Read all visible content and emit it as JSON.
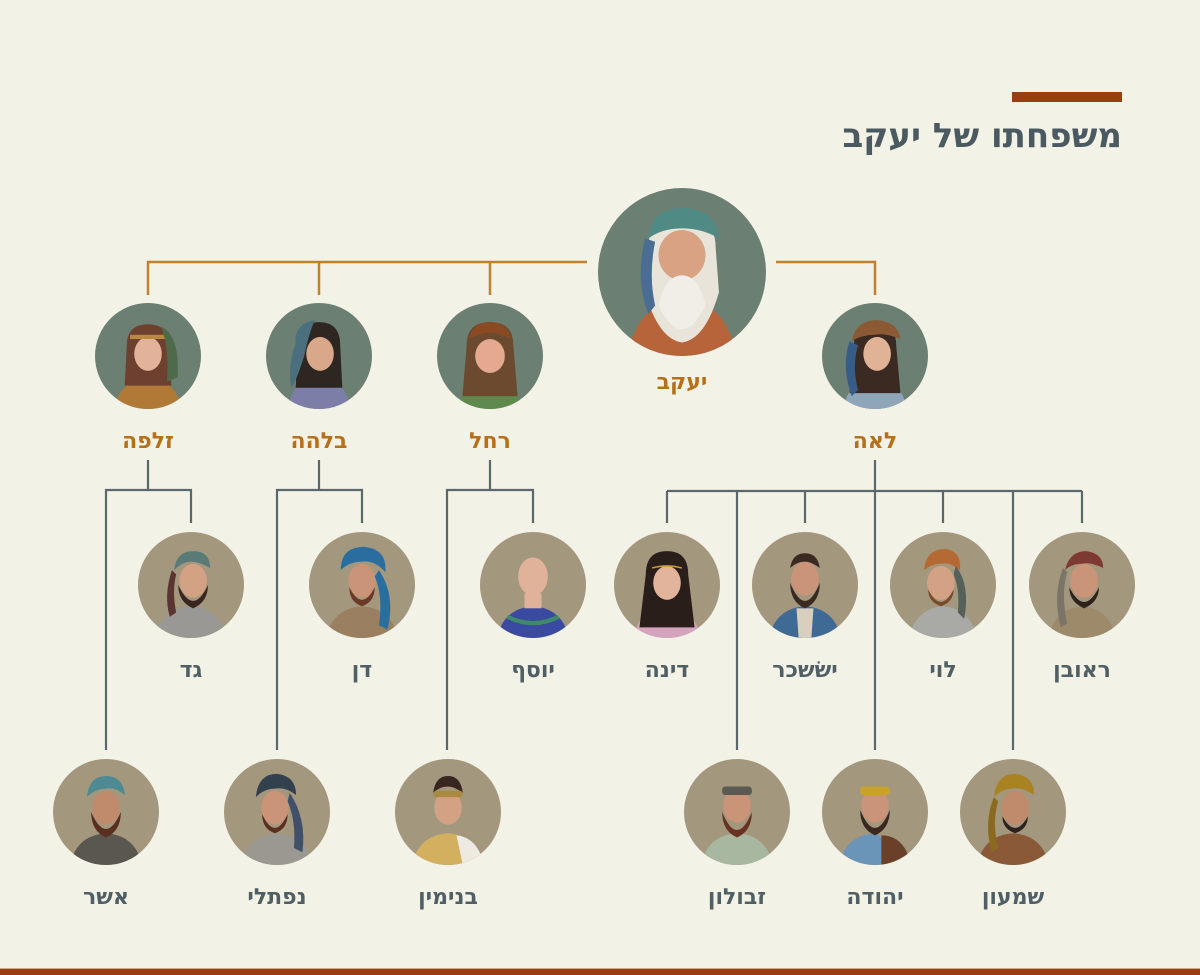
{
  "title": "משפחתו של יעקב",
  "colors": {
    "accent": "#9b3d12",
    "background": "#f3f2e7",
    "spouse_line": "#c0802c",
    "child_line": "#58686c",
    "gold_text": "#b5701c",
    "slate_text": "#4f5f64"
  },
  "patriarch": {
    "name": "יעקב"
  },
  "wives": [
    {
      "name": "לאה"
    },
    {
      "name": "רחל"
    },
    {
      "name": "בלהה"
    },
    {
      "name": "זלפה"
    }
  ],
  "children": {
    "leah": [
      {
        "name": "ראובן"
      },
      {
        "name": "שמעון"
      },
      {
        "name": "לוי"
      },
      {
        "name": "יהודה"
      },
      {
        "name": "ישׂשכר"
      },
      {
        "name": "זבולון"
      },
      {
        "name": "דינה"
      }
    ],
    "rachel": [
      {
        "name": "יוסף"
      },
      {
        "name": "בנימין"
      }
    ],
    "bilhah": [
      {
        "name": "דן"
      },
      {
        "name": "נפתלי"
      }
    ],
    "zilpah": [
      {
        "name": "גד"
      },
      {
        "name": "אשר"
      }
    ]
  }
}
